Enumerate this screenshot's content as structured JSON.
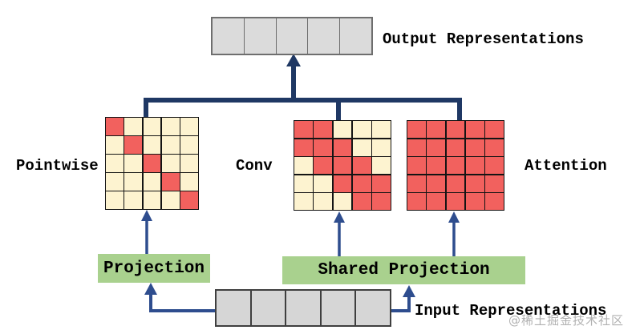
{
  "labels": {
    "output": "Output Representations",
    "input": "Input Representations",
    "pointwise": "Pointwise",
    "conv": "Conv",
    "attention": "Attention",
    "projection": "Projection",
    "shared_projection": "Shared Projection"
  },
  "bars": {
    "output_cells": 5,
    "input_cells": 5
  },
  "matrices": [
    {
      "name": "pointwise",
      "rows": 5,
      "cols": 5,
      "red_pattern": [
        [
          1,
          0,
          0,
          0,
          0
        ],
        [
          0,
          1,
          0,
          0,
          0
        ],
        [
          0,
          0,
          1,
          0,
          0
        ],
        [
          0,
          0,
          0,
          1,
          0
        ],
        [
          0,
          0,
          0,
          0,
          1
        ]
      ]
    },
    {
      "name": "conv",
      "rows": 5,
      "cols": 5,
      "red_pattern": [
        [
          1,
          1,
          0,
          0,
          0
        ],
        [
          1,
          1,
          1,
          0,
          0
        ],
        [
          0,
          1,
          1,
          1,
          0
        ],
        [
          0,
          0,
          1,
          1,
          1
        ],
        [
          0,
          0,
          0,
          1,
          1
        ]
      ]
    },
    {
      "name": "attention",
      "rows": 5,
      "cols": 5,
      "red_pattern": [
        [
          1,
          1,
          1,
          1,
          1
        ],
        [
          1,
          1,
          1,
          1,
          1
        ],
        [
          1,
          1,
          1,
          1,
          1
        ],
        [
          1,
          1,
          1,
          1,
          1
        ],
        [
          1,
          1,
          1,
          1,
          1
        ]
      ]
    }
  ],
  "colors": {
    "red_cell": "#f2615e",
    "cream_cell": "#fdf3d0",
    "gray_cell_output": "#dbdbdb",
    "gray_cell_input": "#d6d6d6",
    "green_box": "#a9d18e",
    "line_thick": "#1f3864",
    "line_thin": "#2e4d8e"
  },
  "watermark": "@稀土掘金技术社区"
}
